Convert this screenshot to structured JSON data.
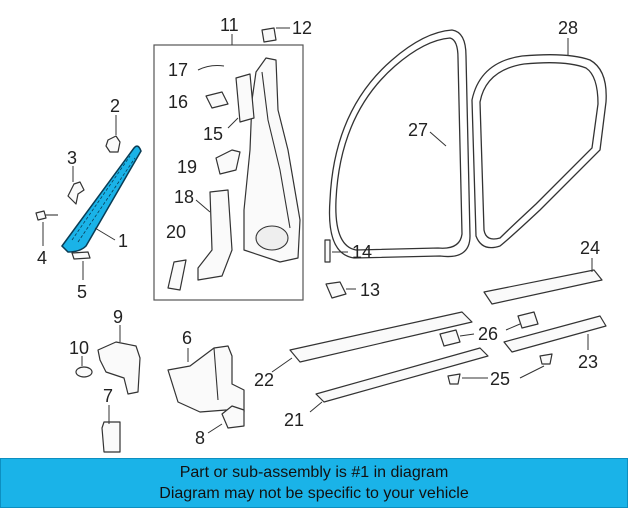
{
  "callouts": [
    "1",
    "2",
    "3",
    "4",
    "5",
    "6",
    "7",
    "8",
    "9",
    "10",
    "11",
    "12",
    "13",
    "14",
    "15",
    "16",
    "17",
    "18",
    "19",
    "20",
    "21",
    "22",
    "23",
    "24",
    "25",
    "26",
    "27",
    "28"
  ],
  "highlight_color": "#1ab3e8",
  "highlighted_part": "1",
  "banner": {
    "line1": "Part or sub-assembly is #1 in diagram",
    "line2": "Diagram may not be specific to your vehicle"
  }
}
